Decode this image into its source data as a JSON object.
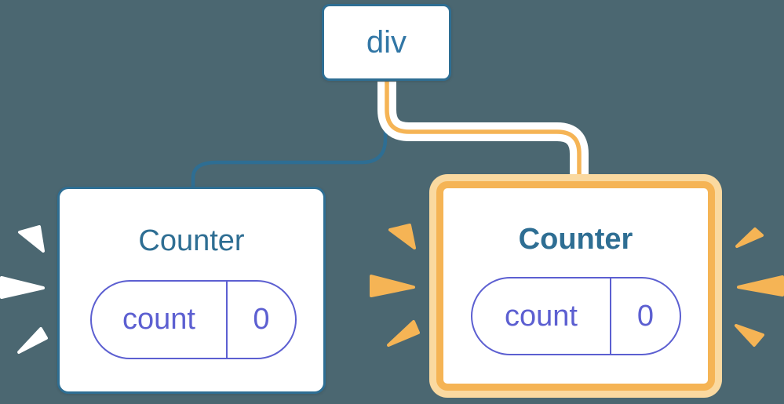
{
  "colors": {
    "background": "#4B6771",
    "node_blue": "#2E6E93",
    "title_blue": "#2E6E93",
    "div_text": "#3176A5",
    "state_purple": "#5C5FD1",
    "highlight_orange": "#F5B455",
    "highlight_orange_light": "#FAD9A0",
    "spark_white": "#FFFFFF",
    "node_bg": "#FFFFFF"
  },
  "diagram": {
    "root": {
      "label": "div"
    },
    "children": [
      {
        "label": "Counter",
        "state_key": "count",
        "state_value": "0",
        "highlighted": false
      },
      {
        "label": "Counter",
        "state_key": "count",
        "state_value": "0",
        "highlighted": true
      }
    ]
  }
}
